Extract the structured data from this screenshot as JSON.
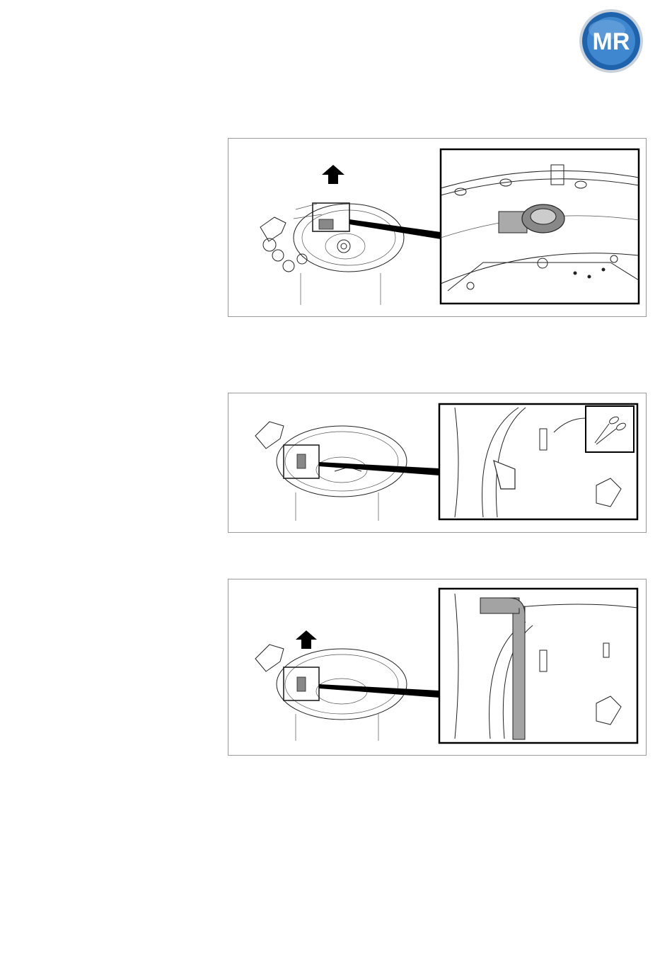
{
  "header": {
    "logo": {
      "text": "MR",
      "colors": {
        "ring": "#1f63ad",
        "inner": "#3f88cf",
        "rim": "#c9d2db",
        "text": "#ffffff"
      }
    }
  },
  "figures": [
    {
      "id": "step-1",
      "icons": [
        "arrow-up-icon"
      ]
    },
    {
      "id": "step-2",
      "icons": [
        "scissors-icon"
      ]
    },
    {
      "id": "step-3",
      "icons": [
        "arrow-up-icon"
      ]
    }
  ]
}
